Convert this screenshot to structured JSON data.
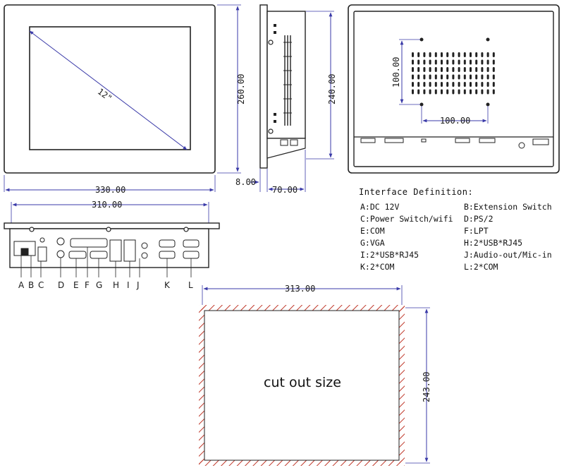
{
  "front_view": {
    "diagonal_label": "12\"",
    "width_label": "330.00",
    "height_label": "260.00"
  },
  "side_view": {
    "height_label": "240.00",
    "bezel_label": "8.00",
    "depth_label": "70.00"
  },
  "rear_view": {
    "vesa_vertical_label": "100.00",
    "vesa_horizontal_label": "100.00"
  },
  "bottom_view": {
    "width_label": "310.00",
    "port_letters": [
      "A",
      "B",
      "C",
      "D",
      "E",
      "F",
      "G",
      "H",
      "I",
      "J",
      "K",
      "L"
    ]
  },
  "interface_definition": {
    "title": "Interface Definition:",
    "items": [
      "A:DC 12V",
      "B:Extension Switch",
      "C:Power Switch/wifi",
      "D:PS/2",
      "E:COM",
      "F:LPT",
      "G:VGA",
      "H:2*USB*RJ45",
      "I:2*USB*RJ45",
      "J:Audio-out/Mic-in",
      "K:2*COM",
      "L:2*COM"
    ]
  },
  "cutout": {
    "label": "cut out size",
    "width_label": "313.00",
    "height_label": "243.00"
  },
  "colors": {
    "outline": "#222222",
    "dimension": "#3a3aa8",
    "hatch": "#c0392b"
  }
}
